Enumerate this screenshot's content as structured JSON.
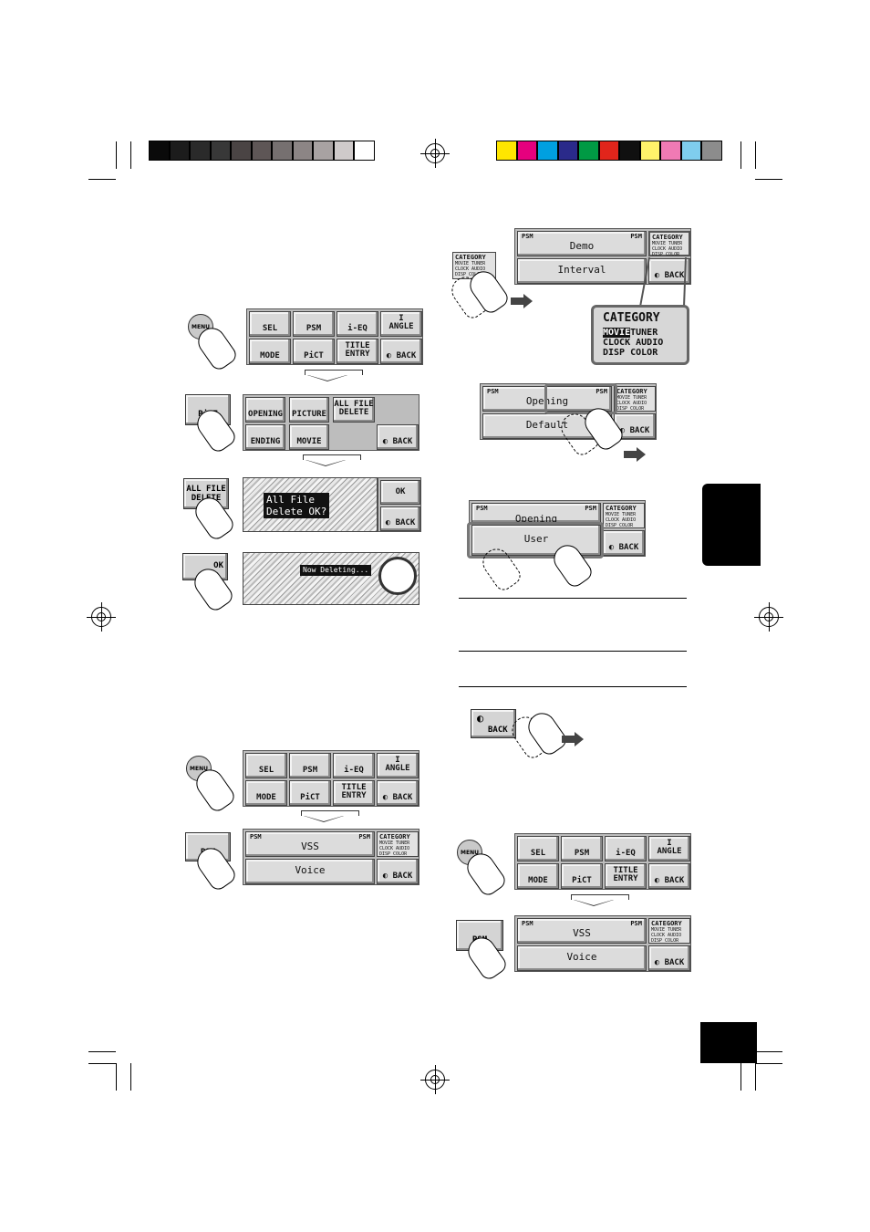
{
  "color_bars": {
    "gray": [
      "#0a0a0a",
      "#1c1c1c",
      "#2a2a2a",
      "#383838",
      "#4a4444",
      "#5e5656",
      "#767070",
      "#8c8585",
      "#a8a2a2",
      "#cfcaca",
      "#ffffff"
    ],
    "color": [
      "#ffe600",
      "#e6007e",
      "#00a0e0",
      "#2a2a8a",
      "#009a44",
      "#e1251b",
      "#101010",
      "#fff26a",
      "#f07ab4",
      "#7fcdee",
      "#8c8c8c"
    ]
  },
  "menu_panel": {
    "sel": "SEL",
    "psm": "PSM",
    "i_eq": "i-EQ",
    "angle": "ANGLE",
    "angle_top": "I",
    "mode": "MODE",
    "pict": "PiCT",
    "title_entry_1": "TITLE",
    "title_entry_2": "ENTRY",
    "back": "BACK"
  },
  "menu_key": "MENU",
  "pict_panel": {
    "opening": "OPENING",
    "picture": "PICTURE",
    "all_file_1": "ALL FILE",
    "all_file_2": "DELETE",
    "ending": "ENDING",
    "movie": "MOVIE",
    "back": "BACK"
  },
  "pict_key": "PiCT",
  "all_file_key": [
    "ALL FILE",
    "DELETE"
  ],
  "confirm_screen": {
    "line1": "All File",
    "line2": "Delete OK?",
    "ok": "OK",
    "back": "BACK"
  },
  "ok_key": "OK",
  "deleting_screen": {
    "text": "Now Deleting..."
  },
  "psm_key": "PSM",
  "psm_panel": {
    "psm": "PSM",
    "top_value": "VSS",
    "bottom_value": "Voice",
    "back": "BACK",
    "category": [
      "CATEGORY",
      "MOVIE TUNER",
      "CLOCK AUDIO",
      "DISP COLOR"
    ]
  },
  "demo_panel": {
    "top_value": "Demo",
    "bottom_value": "Interval",
    "back": "BACK"
  },
  "category_key": [
    "CATEGORY",
    "MOVIE TUNER",
    "CLOCK AUDIO",
    "DISP COLOR"
  ],
  "category_zoom": {
    "title": "CATEGORY",
    "movie": "MOVIE",
    "tuner": "TUNER",
    "clock": "CLOCK",
    "audio": "AUDIO",
    "disp": "DISP",
    "color": "COLOR"
  },
  "opening_panel": {
    "top_value": "Opening",
    "bottom_value": "Default",
    "back": "BACK"
  },
  "user_panel": {
    "top_value": "Opening",
    "bottom_value": "User",
    "back": "BACK"
  },
  "back_key": "BACK"
}
